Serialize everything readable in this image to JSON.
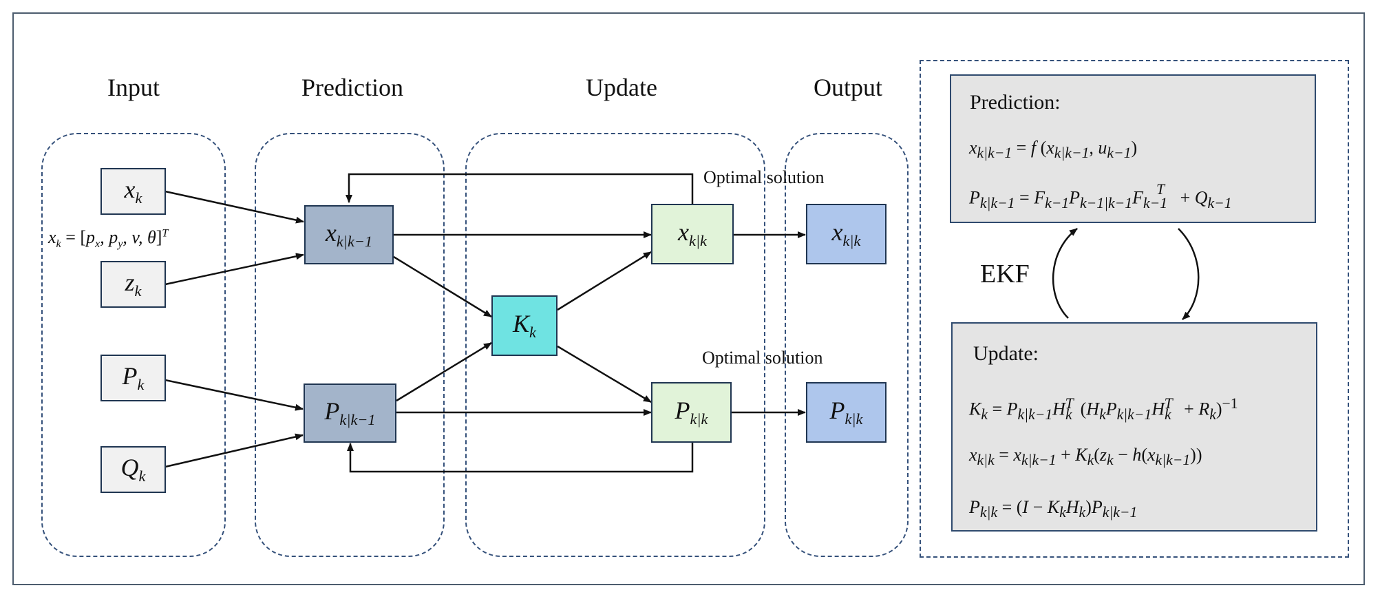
{
  "headings": {
    "input": "Input",
    "prediction": "Prediction",
    "update": "Update",
    "output": "Output"
  },
  "notes": {
    "optimal_top": "Optimal  solution",
    "optimal_bottom": "Optimal  solution"
  },
  "ekf_label": "EKF",
  "panel": {
    "prediction_title": "Prediction:",
    "update_title": "Update:"
  },
  "colors": {
    "input_fill": "#f1f1f1",
    "prediction_fill": "#a3b4ca",
    "gain_fill": "#6fe3e2",
    "update_fill": "#e1f3d9",
    "output_fill": "#aec6ec",
    "border": "#1f3551",
    "dashed_outline": "#34507a",
    "panel_fill": "#e4e4e4"
  }
}
